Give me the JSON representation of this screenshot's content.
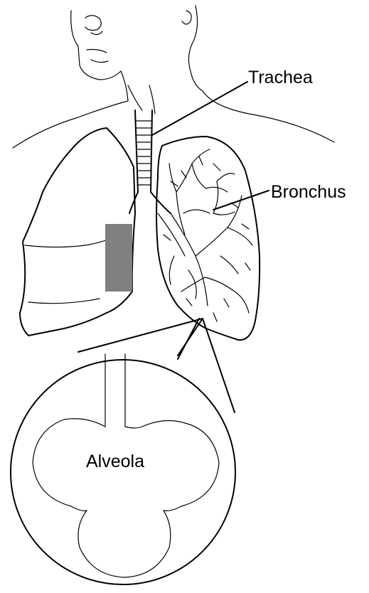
{
  "labels": {
    "trachea": "Trachea",
    "bronchus": "Bronchus",
    "alveola": "Alveola"
  },
  "colors": {
    "ink": "#000000",
    "background": "#ffffff",
    "shaded_lobe": "#808080"
  }
}
